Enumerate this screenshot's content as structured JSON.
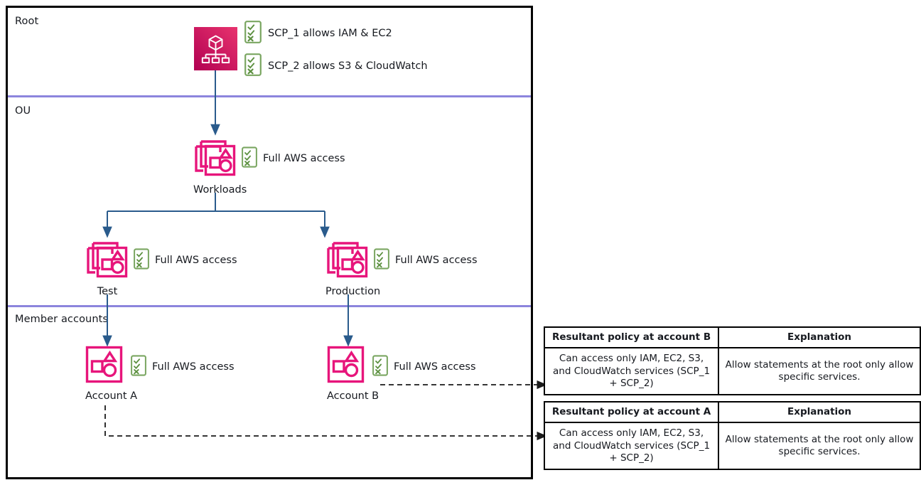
{
  "diagram": {
    "zones": [
      {
        "label": "Root"
      },
      {
        "label": "OU"
      },
      {
        "label": "Member accounts"
      }
    ],
    "root_node": {
      "icon": "aws-organizations-icon",
      "policies": [
        {
          "icon": "policy-checklist-icon",
          "text": "SCP_1 allows IAM & EC2"
        },
        {
          "icon": "policy-checklist-icon",
          "text": "SCP_2 allows S3 & CloudWatch"
        }
      ]
    },
    "ou_nodes": [
      {
        "caption": "Workloads",
        "icon": "organizational-unit-icon",
        "policy_icon": "policy-checklist-icon",
        "note": "Full AWS access"
      },
      {
        "caption": "Test",
        "icon": "organizational-unit-icon",
        "policy_icon": "policy-checklist-icon",
        "note": "Full AWS access"
      },
      {
        "caption": "Production",
        "icon": "organizational-unit-icon",
        "policy_icon": "policy-checklist-icon",
        "note": "Full AWS access"
      }
    ],
    "account_nodes": [
      {
        "caption": "Account A",
        "icon": "aws-account-icon",
        "policy_icon": "policy-checklist-icon",
        "note": "Full AWS access"
      },
      {
        "caption": "Account B",
        "icon": "aws-account-icon",
        "policy_icon": "policy-checklist-icon",
        "note": "Full AWS access"
      }
    ]
  },
  "tables": [
    {
      "headers": [
        "Resultant policy at account B",
        "Explanation"
      ],
      "cells": [
        "Can access only IAM, EC2, S3, and CloudWatch services (SCP_1 + SCP_2)",
        "Allow statements at the root only allow specific services."
      ]
    },
    {
      "headers": [
        "Resultant policy at account A",
        "Explanation"
      ],
      "cells": [
        "Can access only IAM, EC2, S3, and CloudWatch services (SCP_1 + SCP_2)",
        "Allow statements at the root only allow specific services."
      ]
    }
  ],
  "colors": {
    "panel_border": "#000000",
    "zone_divider": "#8c85dd",
    "connector": "#2a5b8c",
    "dashed_connector": "#222222",
    "org_icon_gradient_from": "#e0356f",
    "org_icon_gradient_to": "#b8004f",
    "ou_icon": "#e7157b",
    "policy_icon": "#7aa661",
    "text": "#16191f"
  }
}
